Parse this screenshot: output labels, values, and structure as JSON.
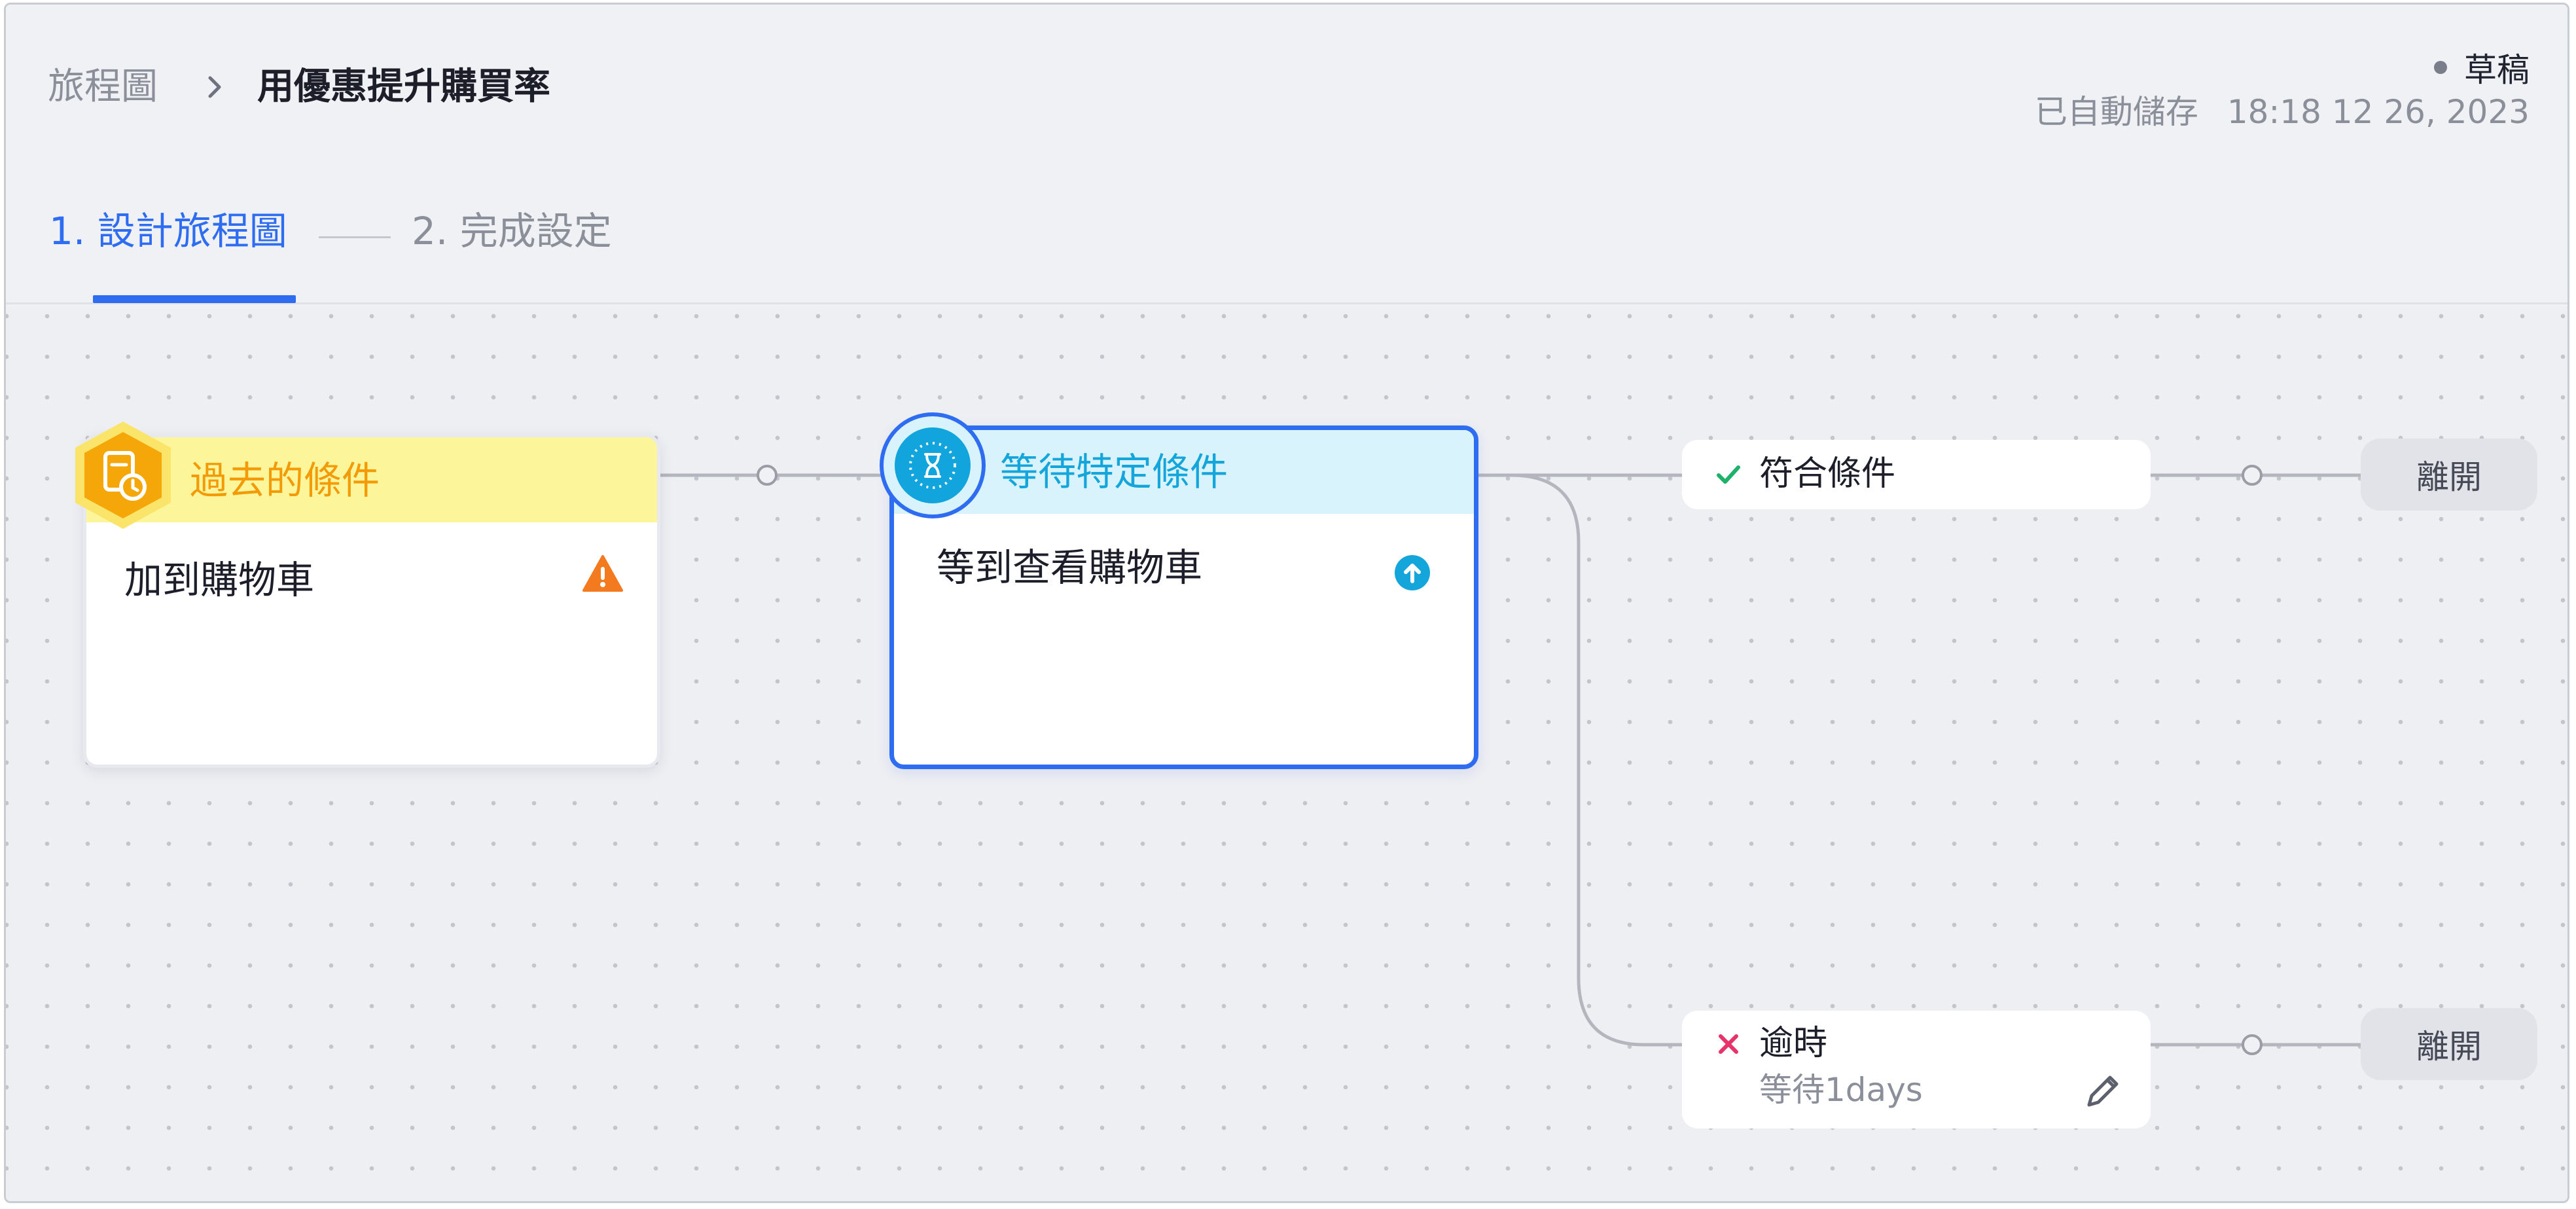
{
  "breadcrumb": {
    "parent": "旅程圖",
    "current": "用優惠提升購買率"
  },
  "status": {
    "label": "草稿",
    "autosave_label": "已自動儲存",
    "autosave_time": "18:18 12 26, 2023"
  },
  "steps": [
    {
      "label": "1. 設計旅程圖",
      "active": true
    },
    {
      "label": "2. 完成設定",
      "active": false
    }
  ],
  "nodes": {
    "past_condition": {
      "title": "過去的條件",
      "body": "加到購物車",
      "icon": "warning-icon"
    },
    "wait_condition": {
      "title": "等待特定條件",
      "body": "等到查看購物車",
      "icon": "upload-icon"
    }
  },
  "branches": {
    "match": {
      "label": "符合條件",
      "icon": "check-icon"
    },
    "timeout": {
      "label": "逾時",
      "sublabel": "等待1days",
      "icon": "close-icon"
    }
  },
  "exits": [
    {
      "label": "離開"
    },
    {
      "label": "離開"
    }
  ],
  "colors": {
    "accent": "#2e6df2",
    "past_header": "#fdf59a",
    "past_title": "#f39a07",
    "wait_header": "#d9f3fd",
    "wait_title": "#14a6db",
    "warning": "#f47a1f",
    "success": "#1eb16a",
    "danger": "#e8336a",
    "wire": "#b4b6bf"
  }
}
